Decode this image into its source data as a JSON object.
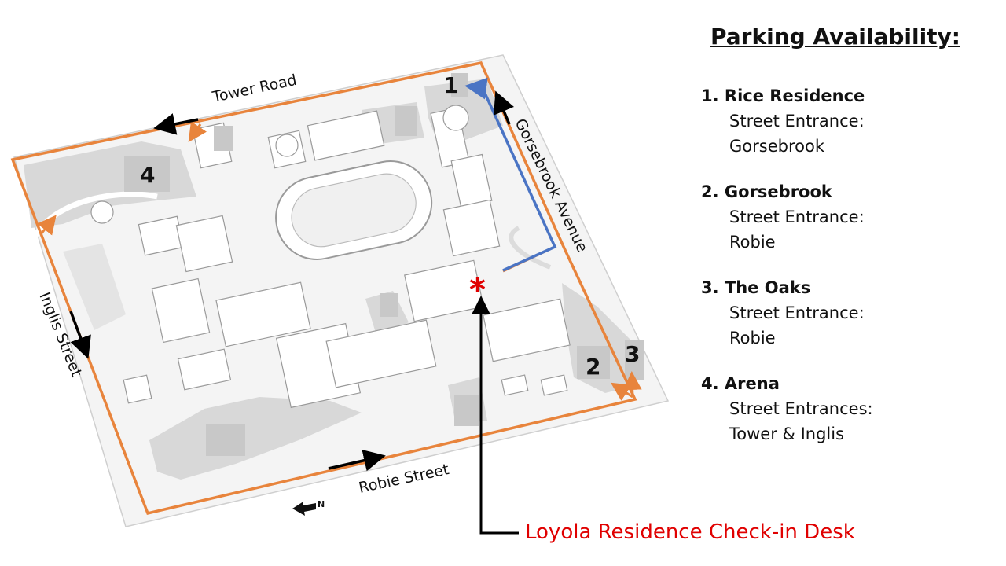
{
  "map": {
    "streets": {
      "tower": "Tower Road",
      "gorsebrook": "Gorsebrook Avenue",
      "inglis": "Inglis Street",
      "robie": "Robie Street"
    },
    "lots": {
      "lot1": "1",
      "lot2": "2",
      "lot3": "3",
      "lot4": "4"
    },
    "north_label": "N",
    "checkin_marker": "*",
    "colors": {
      "boundary": "#e8843c",
      "route_blue": "#4a74c4",
      "arrow_black": "#000000",
      "checkin_red": "#e00000",
      "lot_gray": "#d8d8d8"
    }
  },
  "legend": {
    "title": "Parking Availability:",
    "entries": [
      {
        "heading": "1.  Rice Residence",
        "line1": "Street Entrance:",
        "line2": "Gorsebrook"
      },
      {
        "heading": "2.  Gorsebrook",
        "line1": "Street Entrance:",
        "line2": "Robie"
      },
      {
        "heading": "3.  The Oaks",
        "line1": "Street Entrance:",
        "line2": "Robie"
      },
      {
        "heading": "4.  Arena",
        "line1": "Street Entrances:",
        "line2": "Tower & Inglis"
      }
    ]
  },
  "checkin": {
    "label": "Loyola Residence Check-in Desk"
  }
}
